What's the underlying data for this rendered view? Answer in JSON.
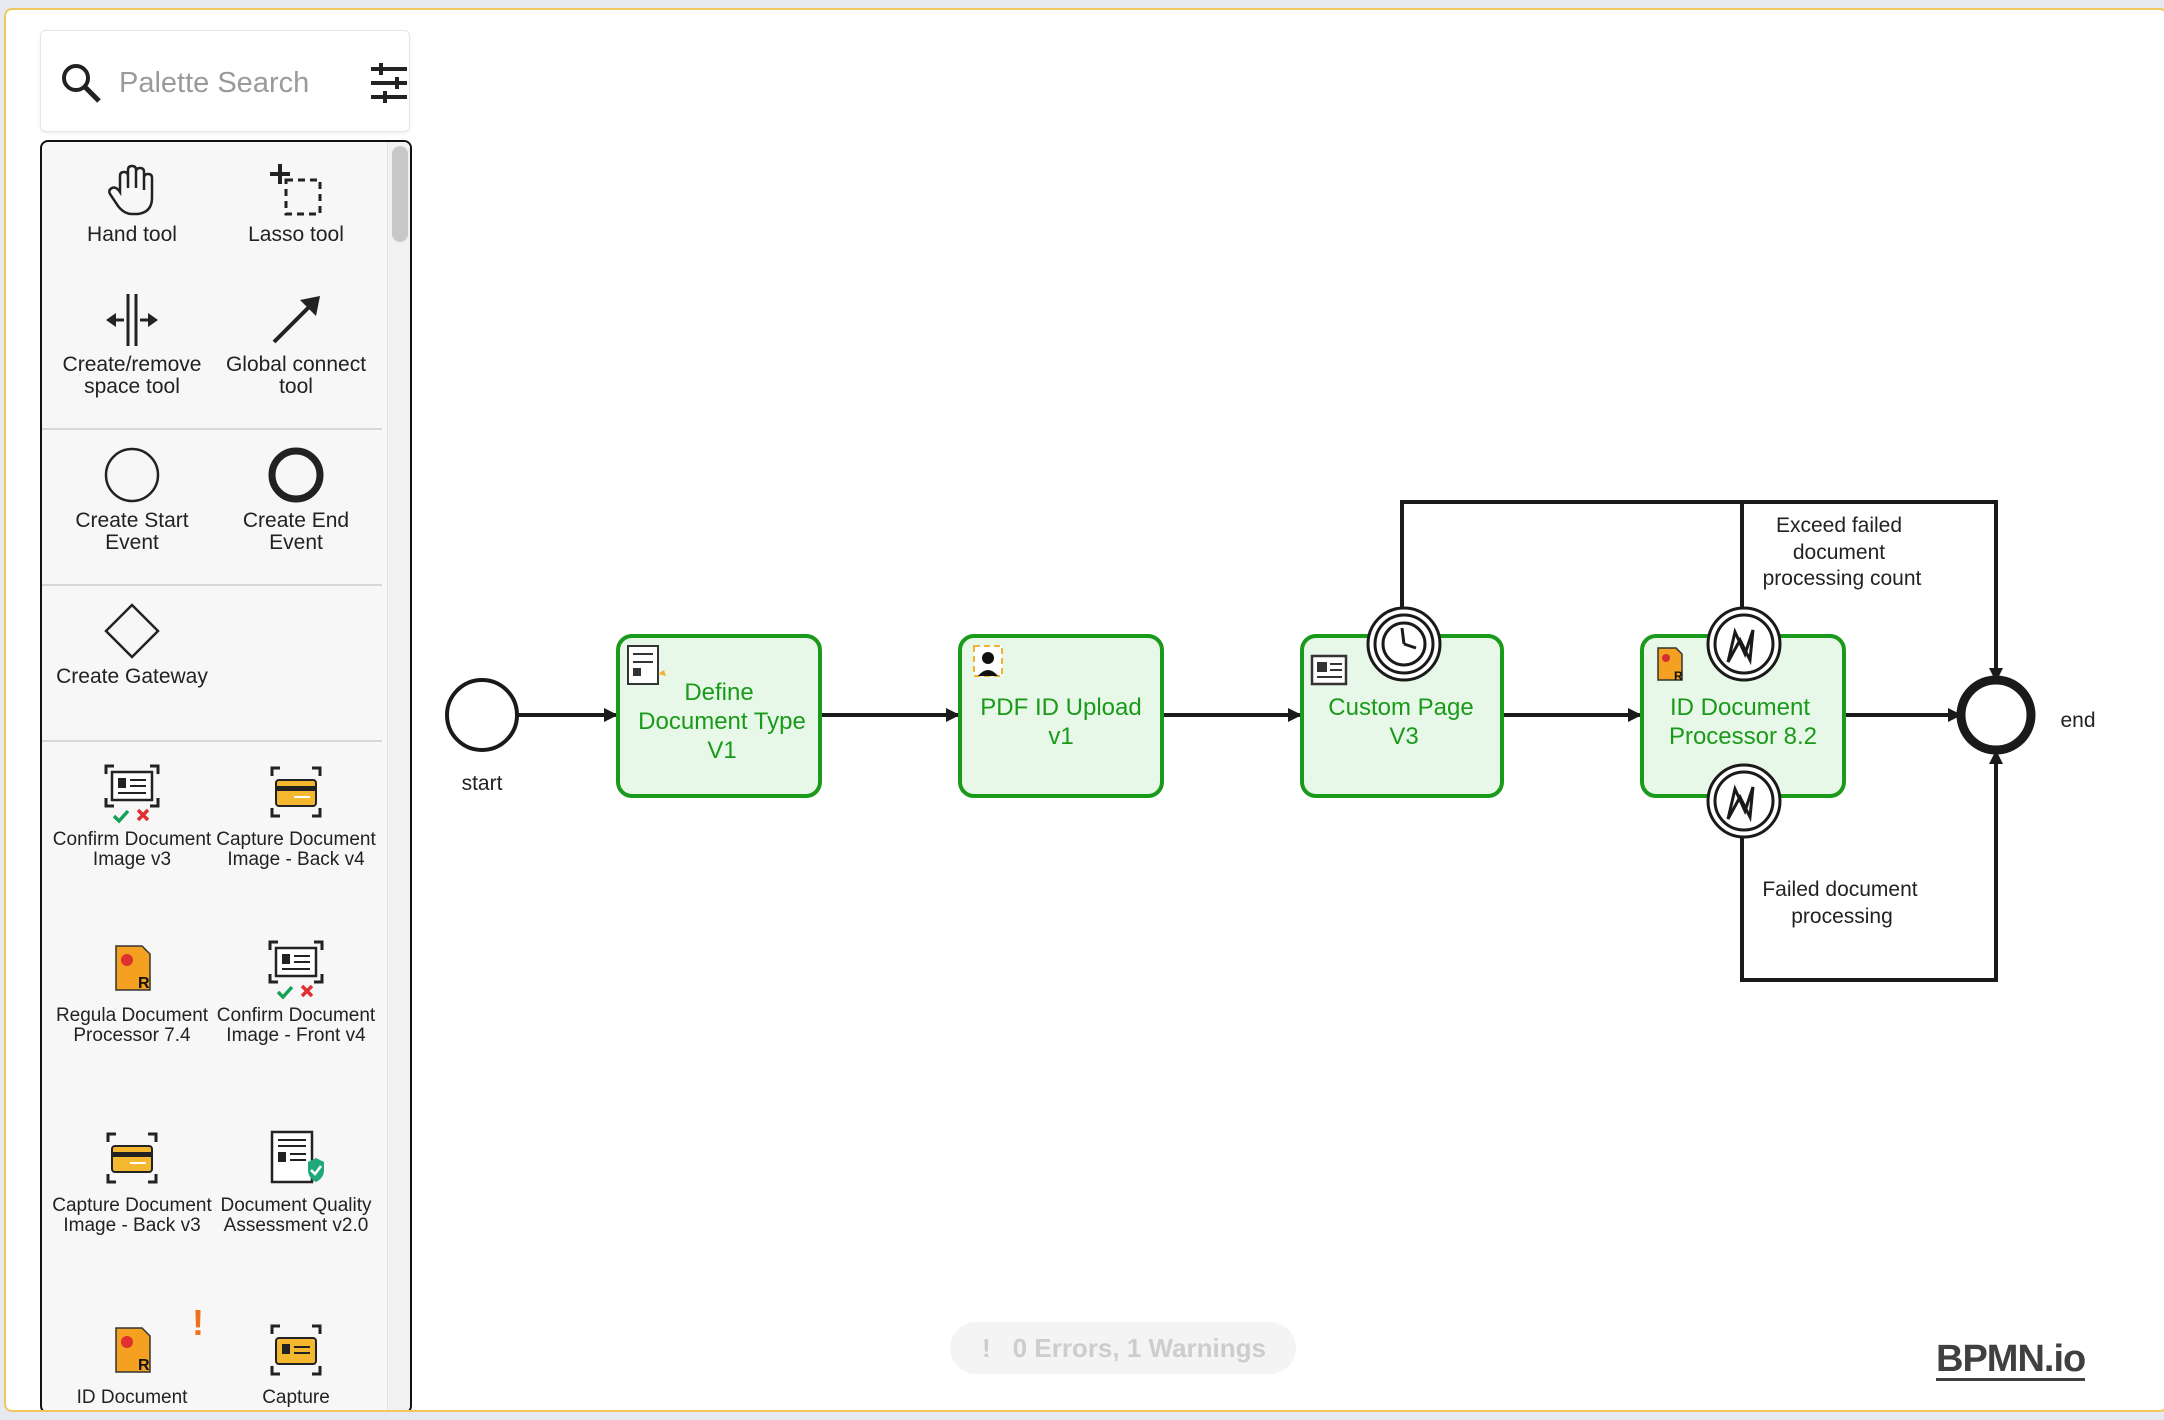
{
  "search": {
    "placeholder": "Palette Search"
  },
  "palette": {
    "tools": [
      {
        "label": "Hand tool",
        "icon": "hand-icon"
      },
      {
        "label": "Lasso tool",
        "icon": "lasso-icon"
      },
      {
        "label": "Create/remove space tool",
        "icon": "space-tool-icon"
      },
      {
        "label": "Global connect tool",
        "icon": "connect-arrow-icon"
      },
      {
        "label": "Create Start Event",
        "icon": "start-event-icon"
      },
      {
        "label": "Create End Event",
        "icon": "end-event-icon"
      },
      {
        "label": "Create Gateway",
        "icon": "gateway-icon"
      }
    ],
    "items": [
      {
        "label": "Confirm Document Image v3",
        "icon": "confirm-document-icon"
      },
      {
        "label": "Capture Document Image - Back v4",
        "icon": "capture-document-icon"
      },
      {
        "label": "Regula Document Processor 7.4",
        "icon": "regula-document-icon"
      },
      {
        "label": "Confirm Document Image - Front v4",
        "icon": "confirm-document-icon"
      },
      {
        "label": "Capture Document Image - Back v3",
        "icon": "capture-document-icon"
      },
      {
        "label": "Document Quality Assessment v2.0",
        "icon": "document-quality-icon"
      },
      {
        "label": "ID Document",
        "icon": "regula-document-icon"
      },
      {
        "label": "Capture",
        "icon": "capture-document-icon"
      }
    ],
    "warning_mark": "!"
  },
  "diagram": {
    "start_label": "start",
    "end_label": "end",
    "tasks": [
      {
        "lines": [
          "Define",
          "Document Type",
          "V1"
        ],
        "icon": "document-type-icon"
      },
      {
        "lines": [
          "PDF ID Upload",
          "v1"
        ],
        "icon": "pdf-upload-icon"
      },
      {
        "lines": [
          "Custom Page",
          "V3"
        ],
        "icon": "custom-page-icon"
      },
      {
        "lines": [
          "ID Document",
          "Processor 8.2"
        ],
        "icon": "regula-document-icon"
      }
    ],
    "boundary_labels": {
      "top": [
        "Exceed failed",
        "document",
        "processing count"
      ],
      "bottom": [
        "Failed document",
        "processing"
      ]
    },
    "colors": {
      "task_fill": "#e8f8e8",
      "task_stroke": "#1a9a1a",
      "flow": "#1a1a1a"
    }
  },
  "status": {
    "icon": "!",
    "text": "0 Errors, 1 Warnings"
  },
  "logo": "BPMN.io"
}
